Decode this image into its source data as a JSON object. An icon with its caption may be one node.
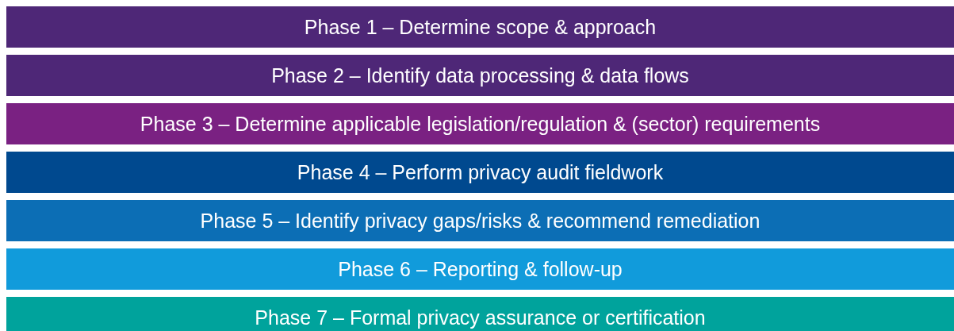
{
  "diagram": {
    "nodes": [
      {
        "text": [
          "Phase 1 – Determine scope & approach"
        ]
      },
      {
        "text": [
          "Phase 2 – Identify data processing & data flows"
        ]
      },
      {
        "text": [
          "Phase 3 – Determine applicable legislation/regulation & (sector) requirements"
        ]
      },
      {
        "text": [
          "Phase 4 – Perform privacy audit fieldwork"
        ]
      },
      {
        "text": [
          "Phase 5 – Identify privacy gaps/risks & recommend remediation"
        ]
      },
      {
        "text": [
          "Phase 6 – Reporting & follow-up"
        ]
      },
      {
        "text": [
          "Phase 7 – Formal privacy assurance or certification"
        ]
      }
    ]
  }
}
